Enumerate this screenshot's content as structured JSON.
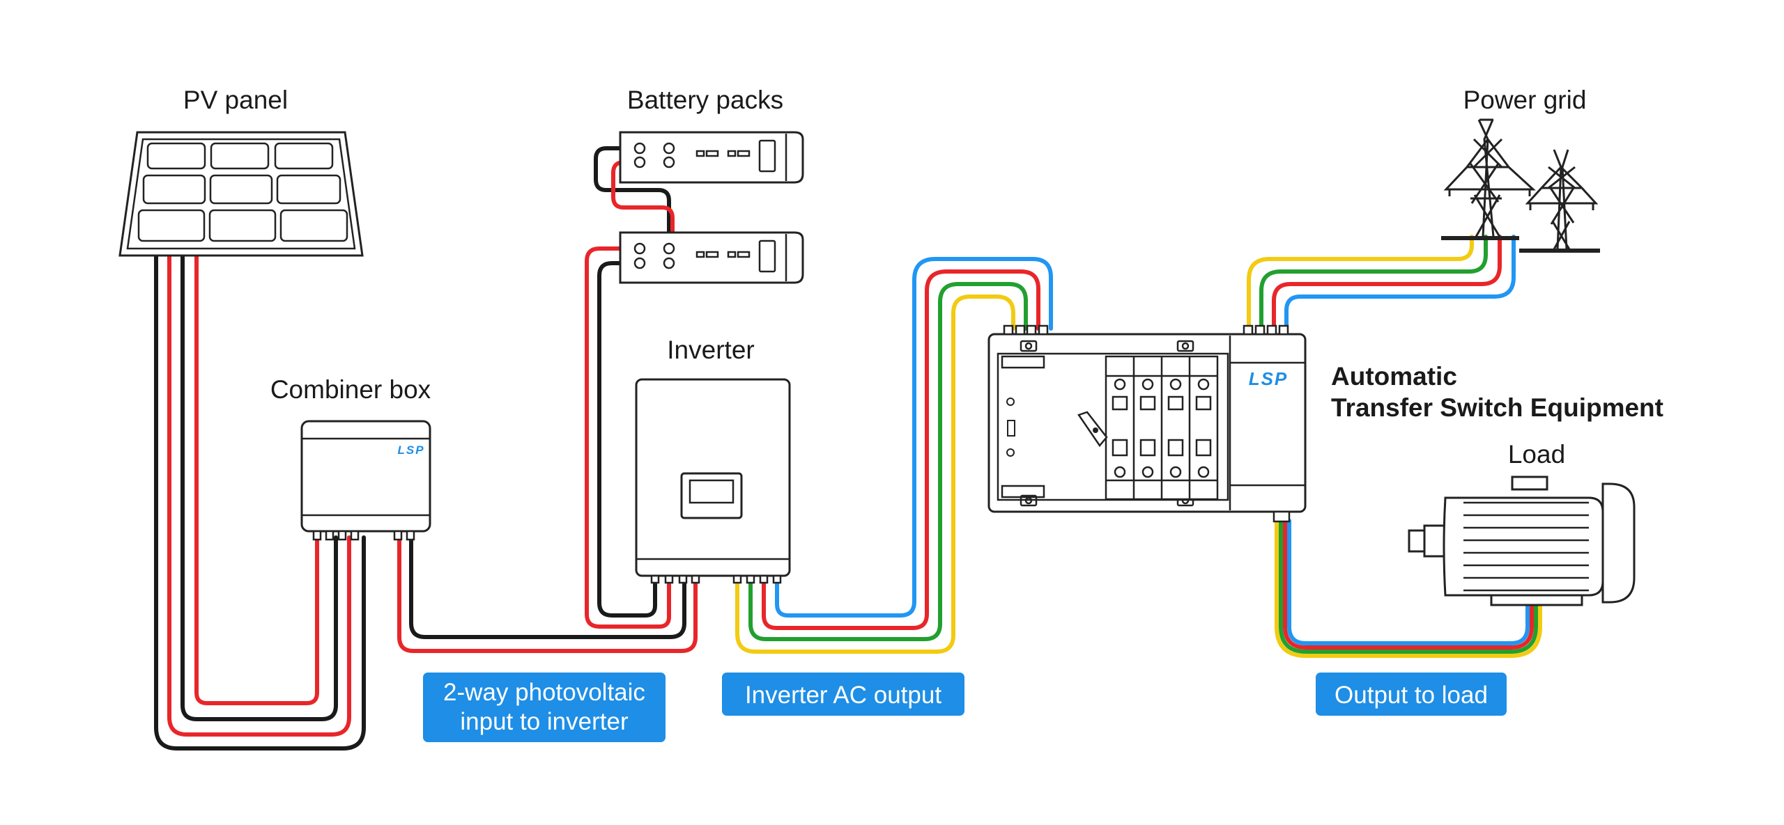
{
  "labels": {
    "pv_panel": "PV panel",
    "battery_packs": "Battery packs",
    "power_grid": "Power grid",
    "combiner_box": "Combiner box",
    "inverter": "Inverter",
    "ats_line1": "Automatic",
    "ats_line2": "Transfer Switch Equipment",
    "load": "Load"
  },
  "tags": {
    "pv_input_line1": "2-way photovoltaic",
    "pv_input_line2": "input to inverter",
    "inverter_ac": "Inverter AC output",
    "output_load": "Output to load"
  },
  "brand": {
    "combiner_logo": "LSP",
    "ats_logo": "LSP"
  },
  "colors": {
    "red": "#e8262a",
    "black": "#1a1a1a",
    "blue": "#2196f3",
    "green": "#22a02f",
    "yellow": "#f2cb12",
    "tag_bg": "#1e8ee6",
    "logo": "#1e8ee6"
  }
}
